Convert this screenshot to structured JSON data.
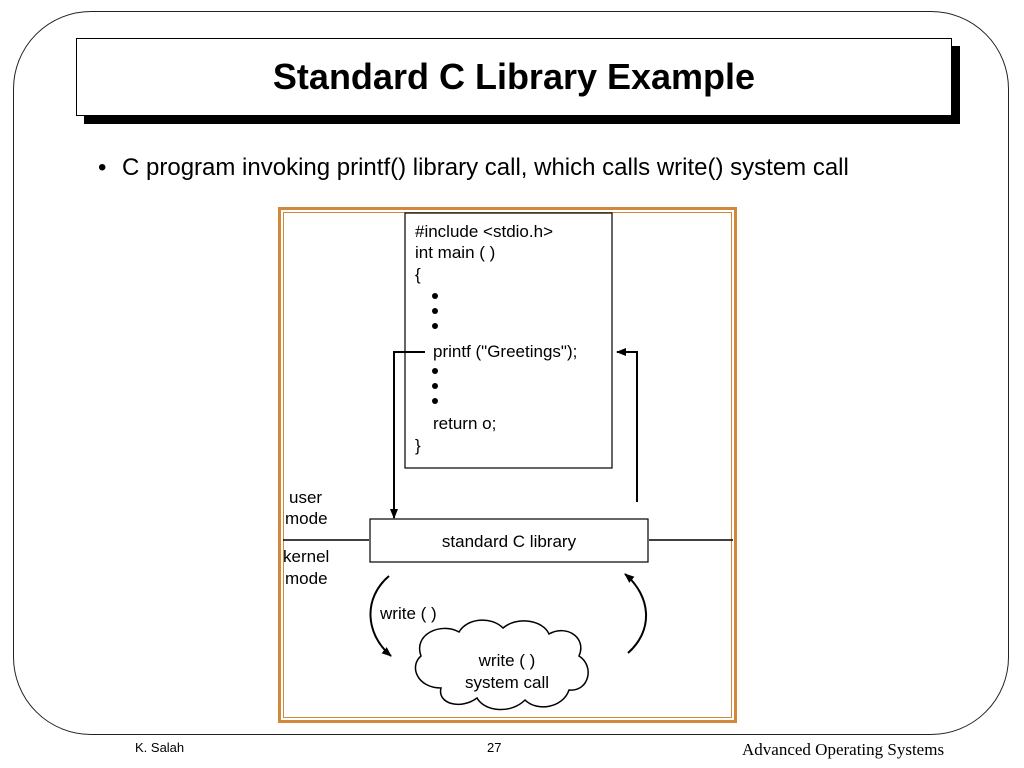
{
  "slide": {
    "title": "Standard C Library Example",
    "bullets": [
      "C program invoking printf() library call, which calls write() system call"
    ]
  },
  "figure": {
    "code_lines": [
      "#include <stdio.h>",
      "int main ( )",
      "{",
      "printf (\"Greetings\");",
      "return o;",
      "}"
    ],
    "user_mode_label": [
      "user",
      "mode"
    ],
    "kernel_mode_label": [
      "kernel",
      "mode"
    ],
    "library_label": "standard C library",
    "write_call_label": "write ( )",
    "syscall_label": [
      "write ( )",
      "system call"
    ]
  },
  "footer": {
    "author": "K. Salah",
    "page_number": "27",
    "course": "Advanced Operating Systems"
  }
}
